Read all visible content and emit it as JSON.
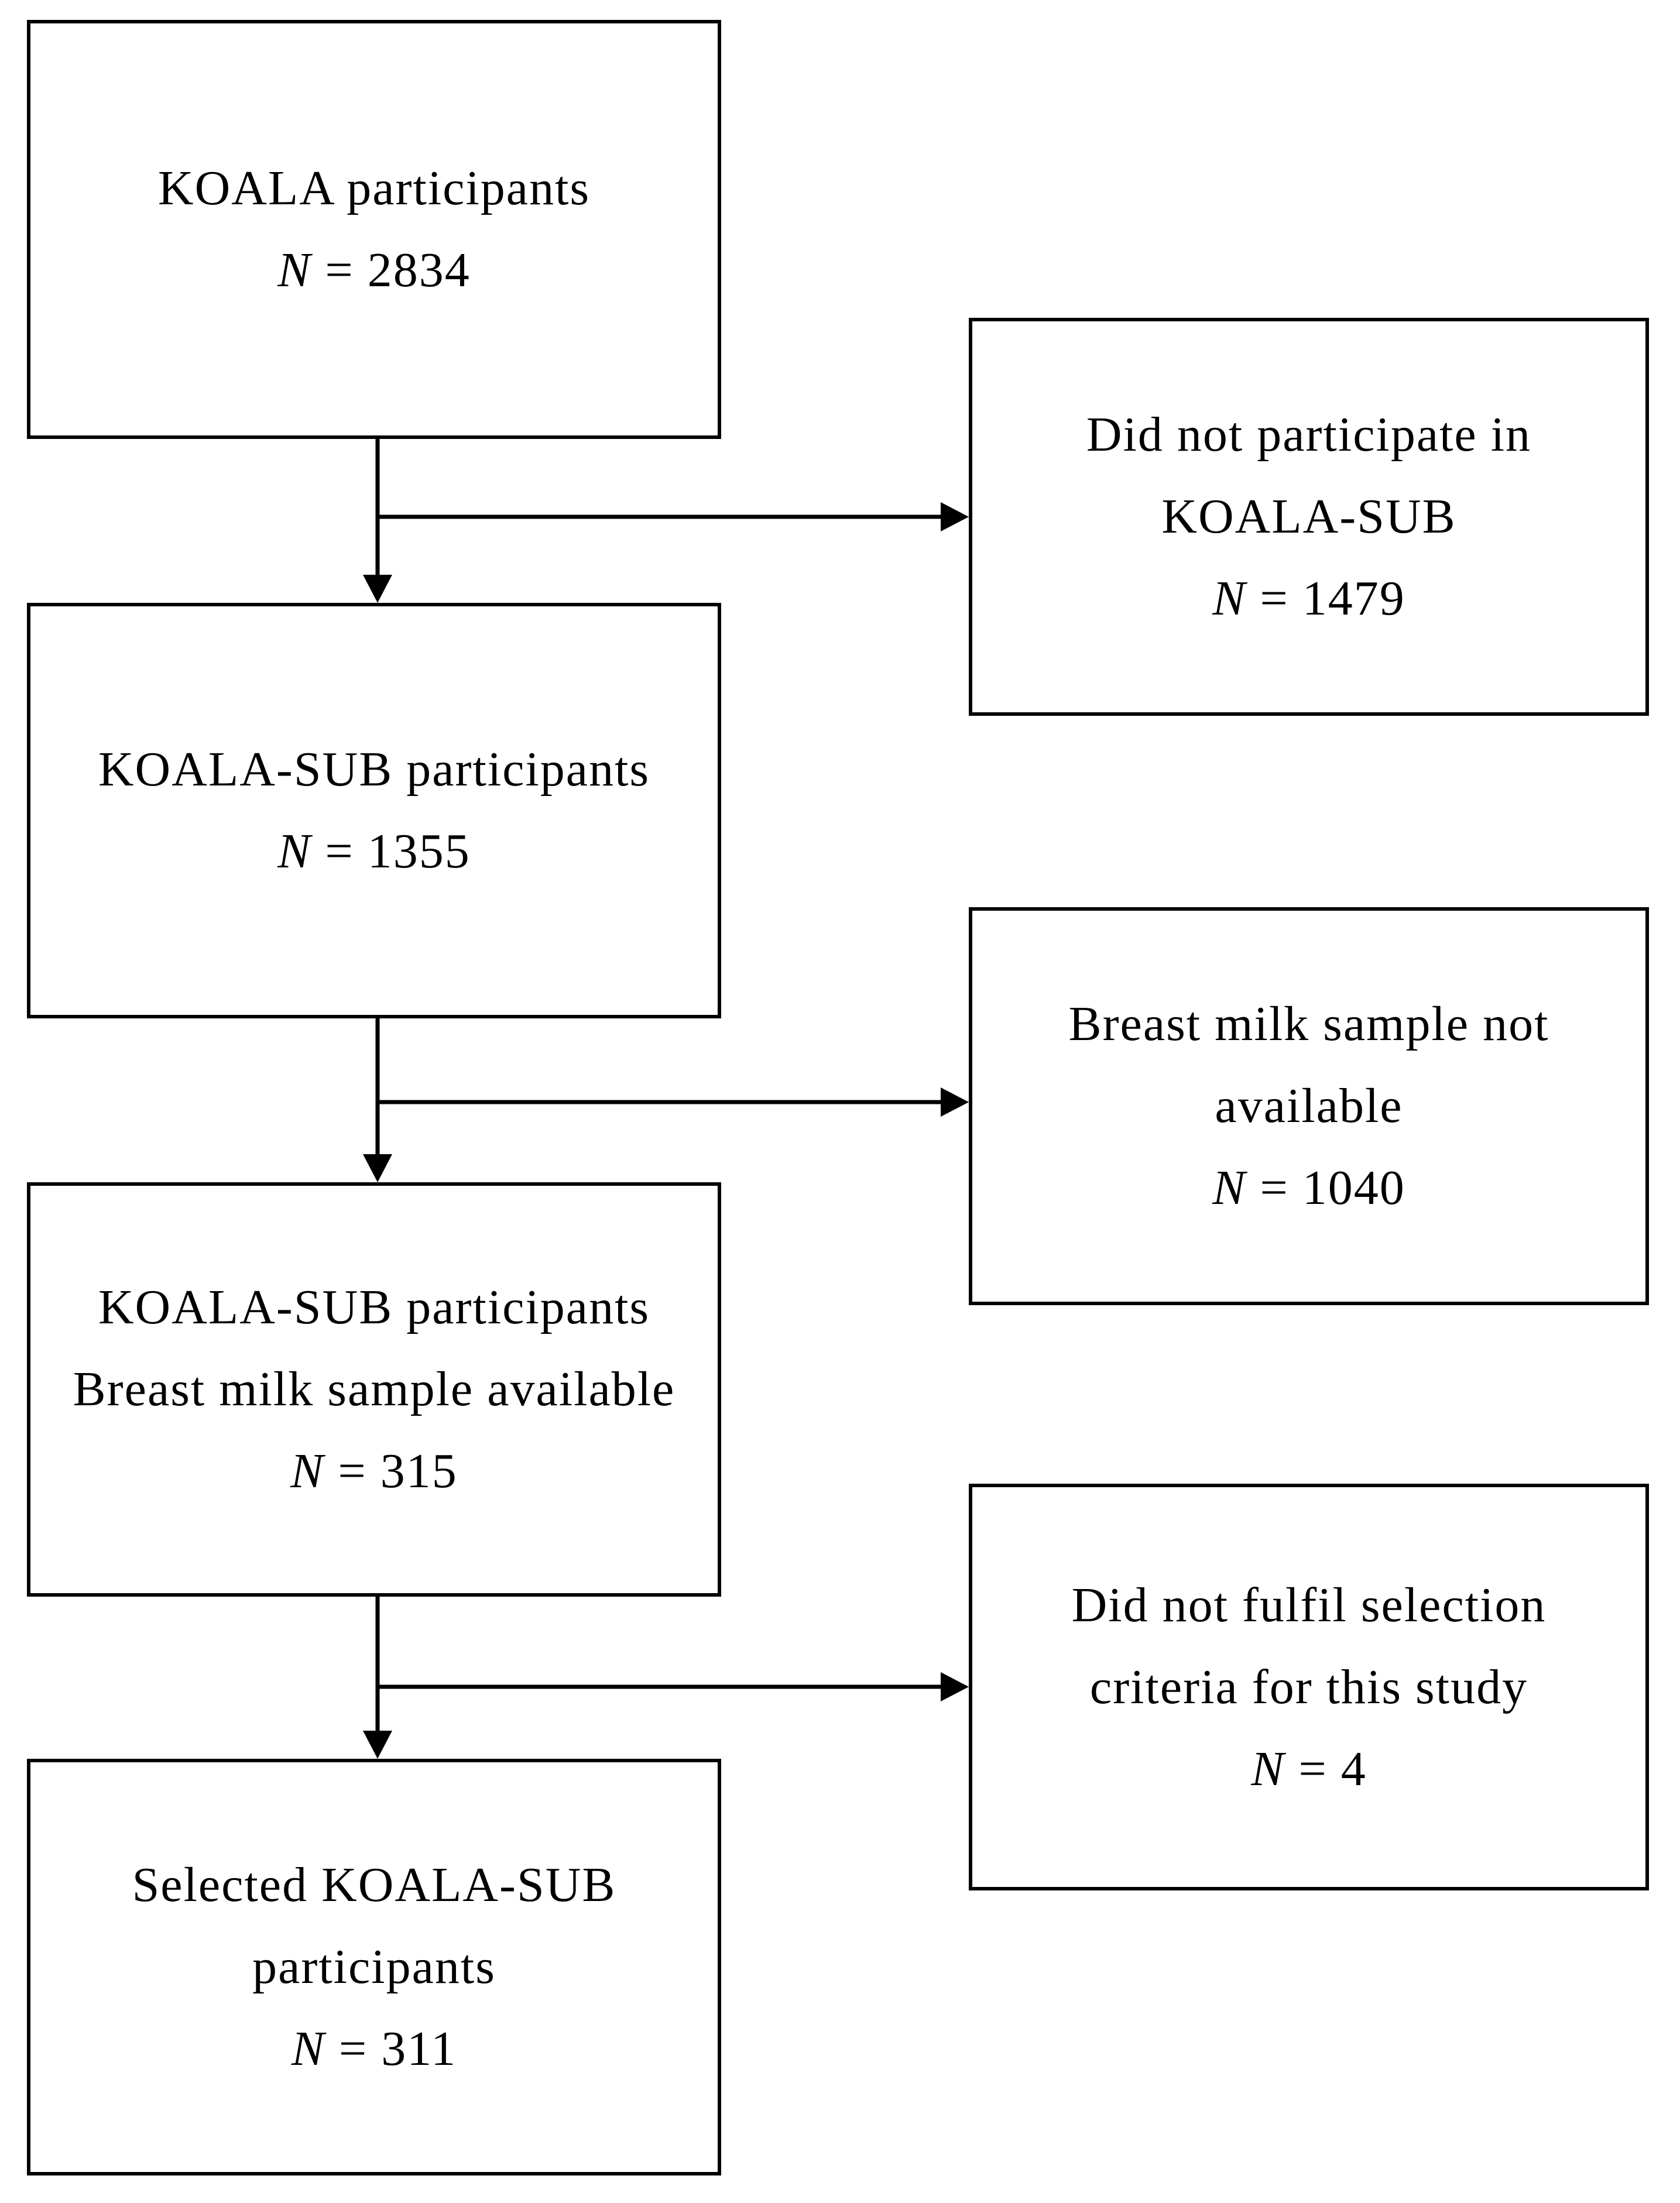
{
  "page": {
    "background_color": "#ffffff",
    "border_color": "#000000",
    "text_color": "#000000",
    "title": "KOALA-SUB participant selection flowchart"
  },
  "boxes": {
    "box1": {
      "lines": [
        "KOALA participants"
      ],
      "n_italic": "N",
      "n_rest": " = 2834"
    },
    "reject1": {
      "lines": [
        "Did not participate in",
        "KOALA-SUB"
      ],
      "n_italic": "N",
      "n_rest": " = 1479"
    },
    "box2": {
      "lines": [
        "KOALA-SUB participants"
      ],
      "n_italic": "N",
      "n_rest": " = 1355"
    },
    "reject2": {
      "lines": [
        "Breast milk sample not",
        "available"
      ],
      "n_italic": "N",
      "n_rest": " = 1040"
    },
    "box3": {
      "lines": [
        "KOALA-SUB participants",
        "Breast milk sample available"
      ],
      "n_italic": "N",
      "n_rest": " = 315"
    },
    "reject3": {
      "lines": [
        "Did not fulfil selection",
        "criteria for this study"
      ],
      "n_italic": "N",
      "n_rest": " = 4"
    },
    "box4": {
      "lines": [
        "Selected KOALA-SUB",
        "participants"
      ],
      "n_italic": "N",
      "n_rest": " = 311"
    }
  },
  "arrows": [
    {
      "from": "KOALA participants",
      "to": "KOALA-SUB participants",
      "type": "down"
    },
    {
      "from": "KOALA participants",
      "to": "Did not participate in KOALA-SUB",
      "type": "branch-right"
    },
    {
      "from": "KOALA-SUB participants",
      "to": "KOALA-SUB participants, breast milk sample available",
      "type": "down"
    },
    {
      "from": "KOALA-SUB participants",
      "to": "Breast milk sample not available",
      "type": "branch-right"
    },
    {
      "from": "KOALA-SUB participants, breast milk sample available",
      "to": "Selected KOALA-SUB participants",
      "type": "down"
    },
    {
      "from": "KOALA-SUB participants, breast milk sample available",
      "to": "Did not fulfil selection criteria for this study",
      "type": "branch-right"
    }
  ]
}
